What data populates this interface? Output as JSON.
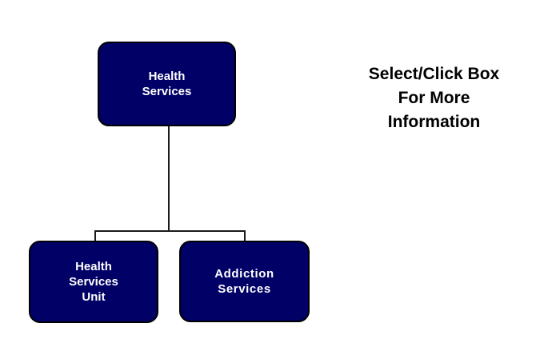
{
  "diagram": {
    "type": "org-chart",
    "background_color": "#ffffff",
    "node_fill_color": "#000066",
    "node_border_color": "#000000",
    "node_text_color": "#ffffff",
    "connector_color": "#1a1a1a",
    "instruction_text_color": "#000000",
    "root": {
      "label": "Health\nServices"
    },
    "children": [
      {
        "label": "Health\nServices\nUnit"
      },
      {
        "label": "Addiction\nServices"
      }
    ]
  },
  "instruction": {
    "line1": "Select/Click Box",
    "line2": "For More",
    "line3": "Information"
  }
}
